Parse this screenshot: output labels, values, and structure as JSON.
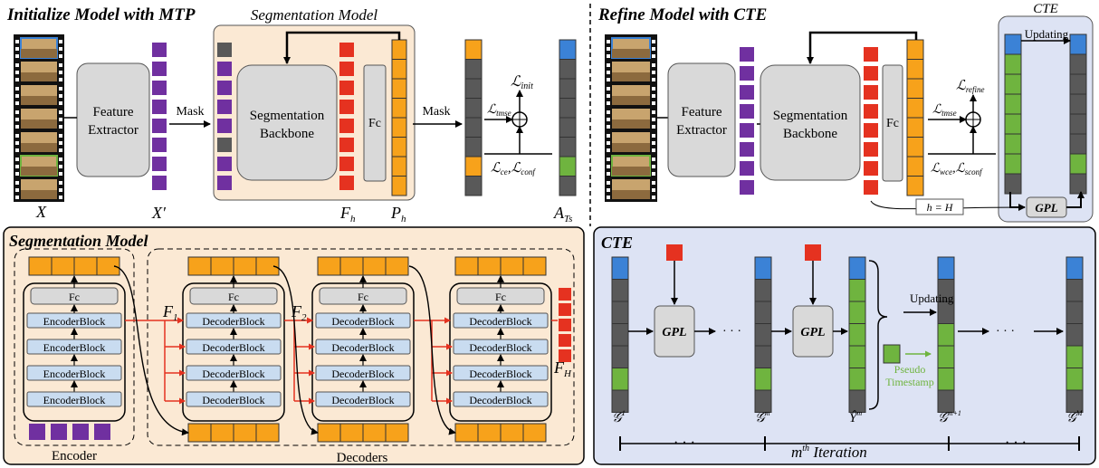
{
  "top_left": {
    "title": "Initialize Model with MTP",
    "seg_title": "Segmentation Model",
    "feature_extractor": [
      "Feature",
      "Extractor"
    ],
    "mask1": "Mask",
    "mask2": "Mask",
    "backbone": [
      "Segmentation",
      "Backbone"
    ],
    "fc": "Fc",
    "labels": {
      "X": "X",
      "Xp": "X′",
      "Fh": "F",
      "Fh_sub": "h",
      "Ph": "P",
      "Ph_sub": "h",
      "ATs": "A",
      "ATs_sub": "Ts"
    },
    "losses": {
      "init": "ℒ",
      "init_sub": "init",
      "tmse": "ℒ",
      "tmse_sub": "tmse",
      "ce": "ℒ",
      "ce_sub": "ce",
      "conf": "ℒ",
      "conf_sub": "conf",
      "sep": ","
    }
  },
  "top_right": {
    "title": "Refine Model with CTE",
    "cte_label": "CTE",
    "updating": "Updating",
    "feature_extractor": [
      "Feature",
      "Extractor"
    ],
    "backbone": [
      "Segmentation",
      "Backbone"
    ],
    "fc": "Fc",
    "gpl": "GPL",
    "h_eq": "h = H",
    "losses": {
      "refine": "ℒ",
      "refine_sub": "refine",
      "tmse": "ℒ",
      "tmse_sub": "tmse",
      "wce": "ℒ",
      "wce_sub": "wce",
      "sconf": "ℒ",
      "sconf_sub": "sconf",
      "sep": ","
    }
  },
  "bottom_left": {
    "title": "Segmentation Model",
    "fc": "Fc",
    "encoder_block": "EncoderBlock",
    "decoder_block": "DecoderBlock",
    "F1": "F",
    "F1_sub": "1",
    "F2": "F",
    "F2_sub": "2",
    "FH": "F",
    "FH_sub": "H",
    "encoder_label": "Encoder",
    "decoders_label": "Decoders"
  },
  "bottom_right": {
    "title": "CTE",
    "gpl": "GPL",
    "dots": "· · ·",
    "updating": "Updating",
    "pseudo": [
      "Pseudo",
      "Timestamp"
    ],
    "labels": {
      "G1": "𝒢",
      "G1_sup": "1",
      "Gm": "𝒢",
      "Gm_sup": "m",
      "Ym": "Ŷ",
      "Ym_sup": "m",
      "Gm1": "𝒢",
      "Gm1_sup": "m+1",
      "GM": "𝒢",
      "GM_sup": "M"
    },
    "iteration": "m",
    "iteration_sup": "th",
    "iteration_word": " Iteration",
    "ellipsis": "· · ·"
  },
  "colors": {
    "orange": "#f7a21b",
    "purple": "#7030a0",
    "red": "#e53220",
    "blue": "#3b82d6",
    "green": "#6fb43f",
    "gray": "#595959",
    "light_gray": "#d9d9d9",
    "peach": "#fbe9d4",
    "lavender": "#dde3f4",
    "block_blue": "#c9dcf0"
  }
}
